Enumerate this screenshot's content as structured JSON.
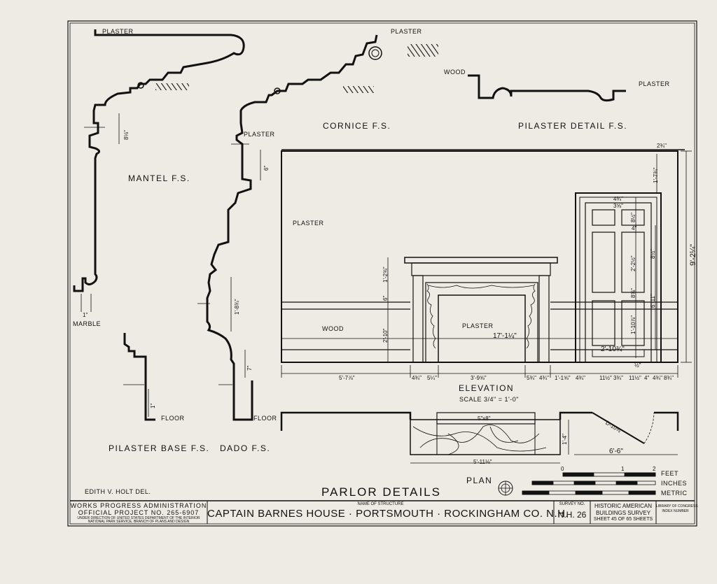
{
  "labels": {
    "plaster_mantel_top": "PLASTER",
    "plaster_cornice_top": "PLASTER",
    "wood_pilaster": "WOOD",
    "plaster_pilaster": "PLASTER",
    "plaster_dado": "PLASTER",
    "plaster_wall": "PLASTER",
    "wood_wainscot": "WOOD",
    "plaster_fireplace": "PLASTER",
    "marble": "MARBLE",
    "floor_base": "FLOOR",
    "floor_dado": "FLOOR",
    "mantel_fs": "MANTEL F.S.",
    "cornice_fs": "CORNICE F.S.",
    "pilaster_detail_fs": "PILASTER DETAIL F.S.",
    "pilaster_base_fs": "PILASTER BASE F.S.",
    "dado_fs": "DADO F.S.",
    "elevation": "ELEVATION",
    "scale": "SCALE 3/4\" = 1'-0\"",
    "plan": "PLAN",
    "parlor_details": "PARLOR DETAILS",
    "delineator": "EDITH V. HOLT DEL.",
    "feet": "FEET",
    "inches": "INCHES",
    "metric": "METRIC"
  },
  "dimensions": {
    "mantel_8": "8⅛\"",
    "mantel_1": "1\"",
    "cornice_6": "6\"",
    "dado_18": "1'-8¾\"",
    "dado_7": "7\"",
    "base_1": "1\"",
    "el_2_3": "2¾\"",
    "el_1_7": "1'-7¾\"",
    "el_9_2": "9'-2¼\"",
    "el_1_2": "1'-2⅝\"",
    "el_6": "6\"",
    "el_2_10": "2'-10\"",
    "el_17": "17'-1¼\"",
    "el_5_7": "5'-7⅞\"",
    "el_3_9": "3'-9⅝\"",
    "el_4a": "4¾\"",
    "el_5a": "5¼\"",
    "el_5b": "5¾\"",
    "el_4b": "4¾\"",
    "el_1_1": "1'-1⅝\"",
    "el_4c": "4¾\"",
    "el_11a": "11½\"",
    "el_3": "3¾\"",
    "el_11b": "11½\"",
    "el_4d": "4\"",
    "el_4e": "4¾\"",
    "el_8": "8¾\"",
    "door_4": "4¾\"",
    "door_3": "3⅝\"",
    "door_8a": "8½\"",
    "door_4b": "4\"",
    "door_2_2": "2'-2½\"",
    "door_6_11": "6'-11\"",
    "door_8b": "8⅝\"",
    "door_8c": "8½\"",
    "door_1_10": "1'-10⅞\"",
    "door_2_10": "2'-10¾\"",
    "door_half": "½\"",
    "plan_5x8": "5\"x8\"",
    "plan_1_4": "1'-4\"",
    "plan_5_11": "5'-11⅛\"",
    "plan_6_6": "6'-6\"",
    "plan_d": "D-10⅜"
  },
  "scale_bar": {
    "ticks": [
      "0",
      "1",
      "2"
    ]
  },
  "title_block": {
    "agency_line1": "WORKS PROGRESS ADMINISTRATION",
    "agency_line2": "OFFICIAL PROJECT NO. 265-6907",
    "agency_line3": "UNDER DIRECTION OF UNITED STATES DEPARTMENT OF THE INTERIOR",
    "agency_line4": "NATIONAL PARK SERVICE, BRANCH OF PLANS AND DESIGN",
    "name_caption": "NAME OF STRUCTURE",
    "structure_name": "CAPTAIN BARNES HOUSE · PORTSMOUTH · ROCKINGHAM CO. N.H.",
    "survey_caption": "SURVEY NO.",
    "survey_no": "N.H. 26",
    "habs_line1": "HISTORIC AMERICAN",
    "habs_line2": "BUILDINGS SURVEY",
    "sheet_info": "SHEET 45 OF 65 SHEETS",
    "library_line1": "LIBRARY OF CONGRESS",
    "library_line2": "INDEX NUMBER"
  }
}
